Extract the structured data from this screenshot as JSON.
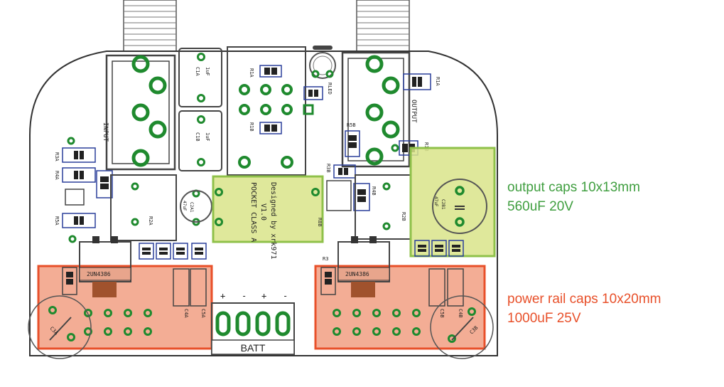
{
  "colors": {
    "pad_green": "#1f8a2e",
    "outline": "#444444",
    "component_blue": "#2a3f9a",
    "output_highlight": "#d9e48a",
    "output_highlight_border": "#8fc14a",
    "power_highlight": "#f2a48a",
    "power_highlight_border": "#e8502a",
    "label_green": "#3f9e3f",
    "label_red": "#e8502a"
  },
  "board": {
    "input_label": "INPUT",
    "output_label": "OUTPUT",
    "batt_label": "BATT",
    "title_line1": "POCKET CLASS A",
    "title_line2": "V1.0",
    "title_line3": "Designed by xrk971",
    "polarity": [
      "+",
      "-",
      "+",
      "-"
    ],
    "ic_label": "2UN4386",
    "refs": {
      "c1a": "C1A",
      "c1a_val": "1uF",
      "c1b": "C1B",
      "c1b_val": "1uF",
      "r1a": "R1A",
      "r1b": "R1B",
      "rled": "RLED",
      "r1a_right": "R1A",
      "r5b": "R5B",
      "r1b_right": "R1B",
      "r3b": "R3B",
      "r4b": "R4B",
      "r3a": "R3A",
      "r4a": "R4A",
      "r2a": "R2A",
      "r5a": "R5A",
      "r2b": "R2B",
      "r8b": "R8B",
      "c2a1": "C2A1",
      "c2a1_val": "47uF",
      "c2b1": "C2B1",
      "c2b1_val": "47uF",
      "c4a": "C4A",
      "c5a": "C5A",
      "c4b": "C4B",
      "c5b": "C5B",
      "c3a": "C3A",
      "c3b": "C3B",
      "r3": "R3"
    }
  },
  "annotations": {
    "output_caps_line1": "output caps 10x13mm",
    "output_caps_line2": "560uF 20V",
    "power_caps_line1": "power rail caps 10x20mm",
    "power_caps_line2": "1000uF 25V"
  }
}
